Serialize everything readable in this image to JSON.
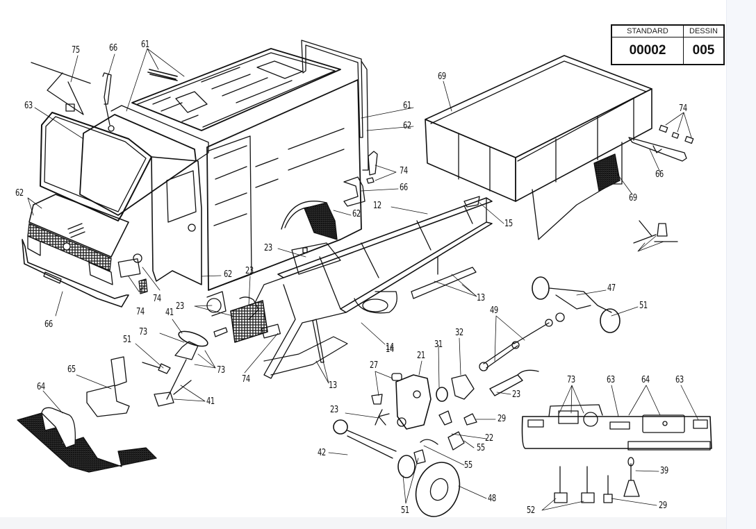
{
  "title_block": {
    "standard_header": "STANDARD",
    "dessin_header": "DESSIN",
    "standard_value": "00002",
    "dessin_value": "005"
  },
  "callouts": [
    {
      "id": "c75a",
      "text": "75"
    },
    {
      "id": "c66a",
      "text": "66"
    },
    {
      "id": "c61a",
      "text": "61"
    },
    {
      "id": "c63a",
      "text": "63"
    },
    {
      "id": "c61b",
      "text": "61"
    },
    {
      "id": "c62a",
      "text": "62"
    },
    {
      "id": "c74a",
      "text": "74"
    },
    {
      "id": "c66b",
      "text": "66"
    },
    {
      "id": "c62b",
      "text": "62"
    },
    {
      "id": "c12",
      "text": "12"
    },
    {
      "id": "c15",
      "text": "15"
    },
    {
      "id": "c69a",
      "text": "69"
    },
    {
      "id": "c74b",
      "text": "74"
    },
    {
      "id": "c66c",
      "text": "66"
    },
    {
      "id": "c69b",
      "text": "69"
    },
    {
      "id": "c62c",
      "text": "62"
    },
    {
      "id": "c23a",
      "text": "23"
    },
    {
      "id": "c62d",
      "text": "62"
    },
    {
      "id": "c23b",
      "text": "23"
    },
    {
      "id": "c14a",
      "text": "14"
    },
    {
      "id": "c13a",
      "text": "13"
    },
    {
      "id": "c47",
      "text": "47"
    },
    {
      "id": "c51a",
      "text": "51"
    },
    {
      "id": "c23c",
      "text": "23"
    },
    {
      "id": "c74c",
      "text": "74"
    },
    {
      "id": "c74d",
      "text": "74"
    },
    {
      "id": "c66d",
      "text": "66"
    },
    {
      "id": "c41a",
      "text": "41"
    },
    {
      "id": "c73a",
      "text": "73"
    },
    {
      "id": "c51b",
      "text": "51"
    },
    {
      "id": "c73b",
      "text": "73"
    },
    {
      "id": "c74e",
      "text": "74"
    },
    {
      "id": "c13b",
      "text": "13"
    },
    {
      "id": "c14b",
      "text": "14"
    },
    {
      "id": "c49",
      "text": "49"
    },
    {
      "id": "c32",
      "text": "32"
    },
    {
      "id": "c31",
      "text": "31"
    },
    {
      "id": "c27",
      "text": "27"
    },
    {
      "id": "c21",
      "text": "21"
    },
    {
      "id": "c23d",
      "text": "23"
    },
    {
      "id": "c65",
      "text": "65"
    },
    {
      "id": "c64a",
      "text": "64"
    },
    {
      "id": "c41b",
      "text": "41"
    },
    {
      "id": "c23e",
      "text": "23"
    },
    {
      "id": "c29a",
      "text": "29"
    },
    {
      "id": "c22",
      "text": "22"
    },
    {
      "id": "c55a",
      "text": "55"
    },
    {
      "id": "c42",
      "text": "42"
    },
    {
      "id": "c55b",
      "text": "55"
    },
    {
      "id": "c48",
      "text": "48"
    },
    {
      "id": "c51c",
      "text": "51"
    },
    {
      "id": "c73c",
      "text": "73"
    },
    {
      "id": "c63b",
      "text": "63"
    },
    {
      "id": "c64b",
      "text": "64"
    },
    {
      "id": "c63c",
      "text": "63"
    },
    {
      "id": "c39",
      "text": "39"
    },
    {
      "id": "c52",
      "text": "52"
    },
    {
      "id": "c29b",
      "text": "29"
    }
  ]
}
